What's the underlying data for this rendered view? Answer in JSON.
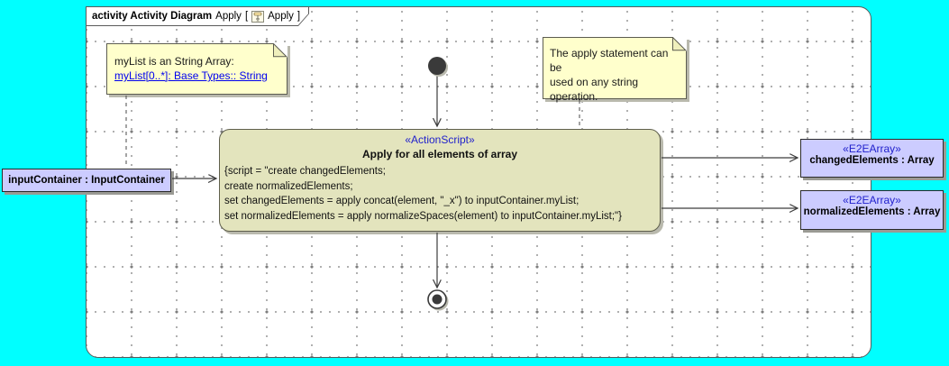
{
  "colors": {
    "canvas-bg": "#00ffff",
    "frame-bg": "#ffffff",
    "frame-border": "#5a5a5a",
    "note-bg": "#ffffcc",
    "note-border": "#5c5c50",
    "action-bg": "#e3e4bd",
    "action-border": "#5f5f4d",
    "object-bg": "#ccccff",
    "object-border": "#2a2a2a",
    "stereotype-blue": "#2121cc",
    "link-blue": "#0000ee",
    "line-color": "#3c3c3c",
    "shadow": "#b9b9ad",
    "grid-dot": "#9c9c9c"
  },
  "frame": {
    "heading": "activity Activity Diagram",
    "name": "Apply",
    "open_bracket": "[",
    "ref_name": "Apply",
    "close_bracket": "]",
    "icon": "activity-diagram-icon"
  },
  "notes": {
    "left": {
      "line1": "myList is an String Array:",
      "link": "myList[0..*]: Base Types:: String"
    },
    "right": {
      "line1": "The apply statement can be",
      "line2": "used on any string",
      "line3": "operation."
    }
  },
  "action": {
    "stereotype": "«ActionScript»",
    "title": "Apply for all elements of array",
    "script": [
      "{script = \"create changedElements;",
      "create normalizedElements;",
      "set changedElements = apply concat(element, \"_x\") to inputContainer.myList;",
      "set normalizedElements = apply normalizeSpaces(element) to inputContainer.myList;\"}"
    ]
  },
  "objects": {
    "input": {
      "label": "inputContainer : InputContainer"
    },
    "changed": {
      "stereotype": "«E2EArray»",
      "label": "changedElements : Array"
    },
    "normalized": {
      "stereotype": "«E2EArray»",
      "label": "normalizedElements : Array"
    }
  }
}
